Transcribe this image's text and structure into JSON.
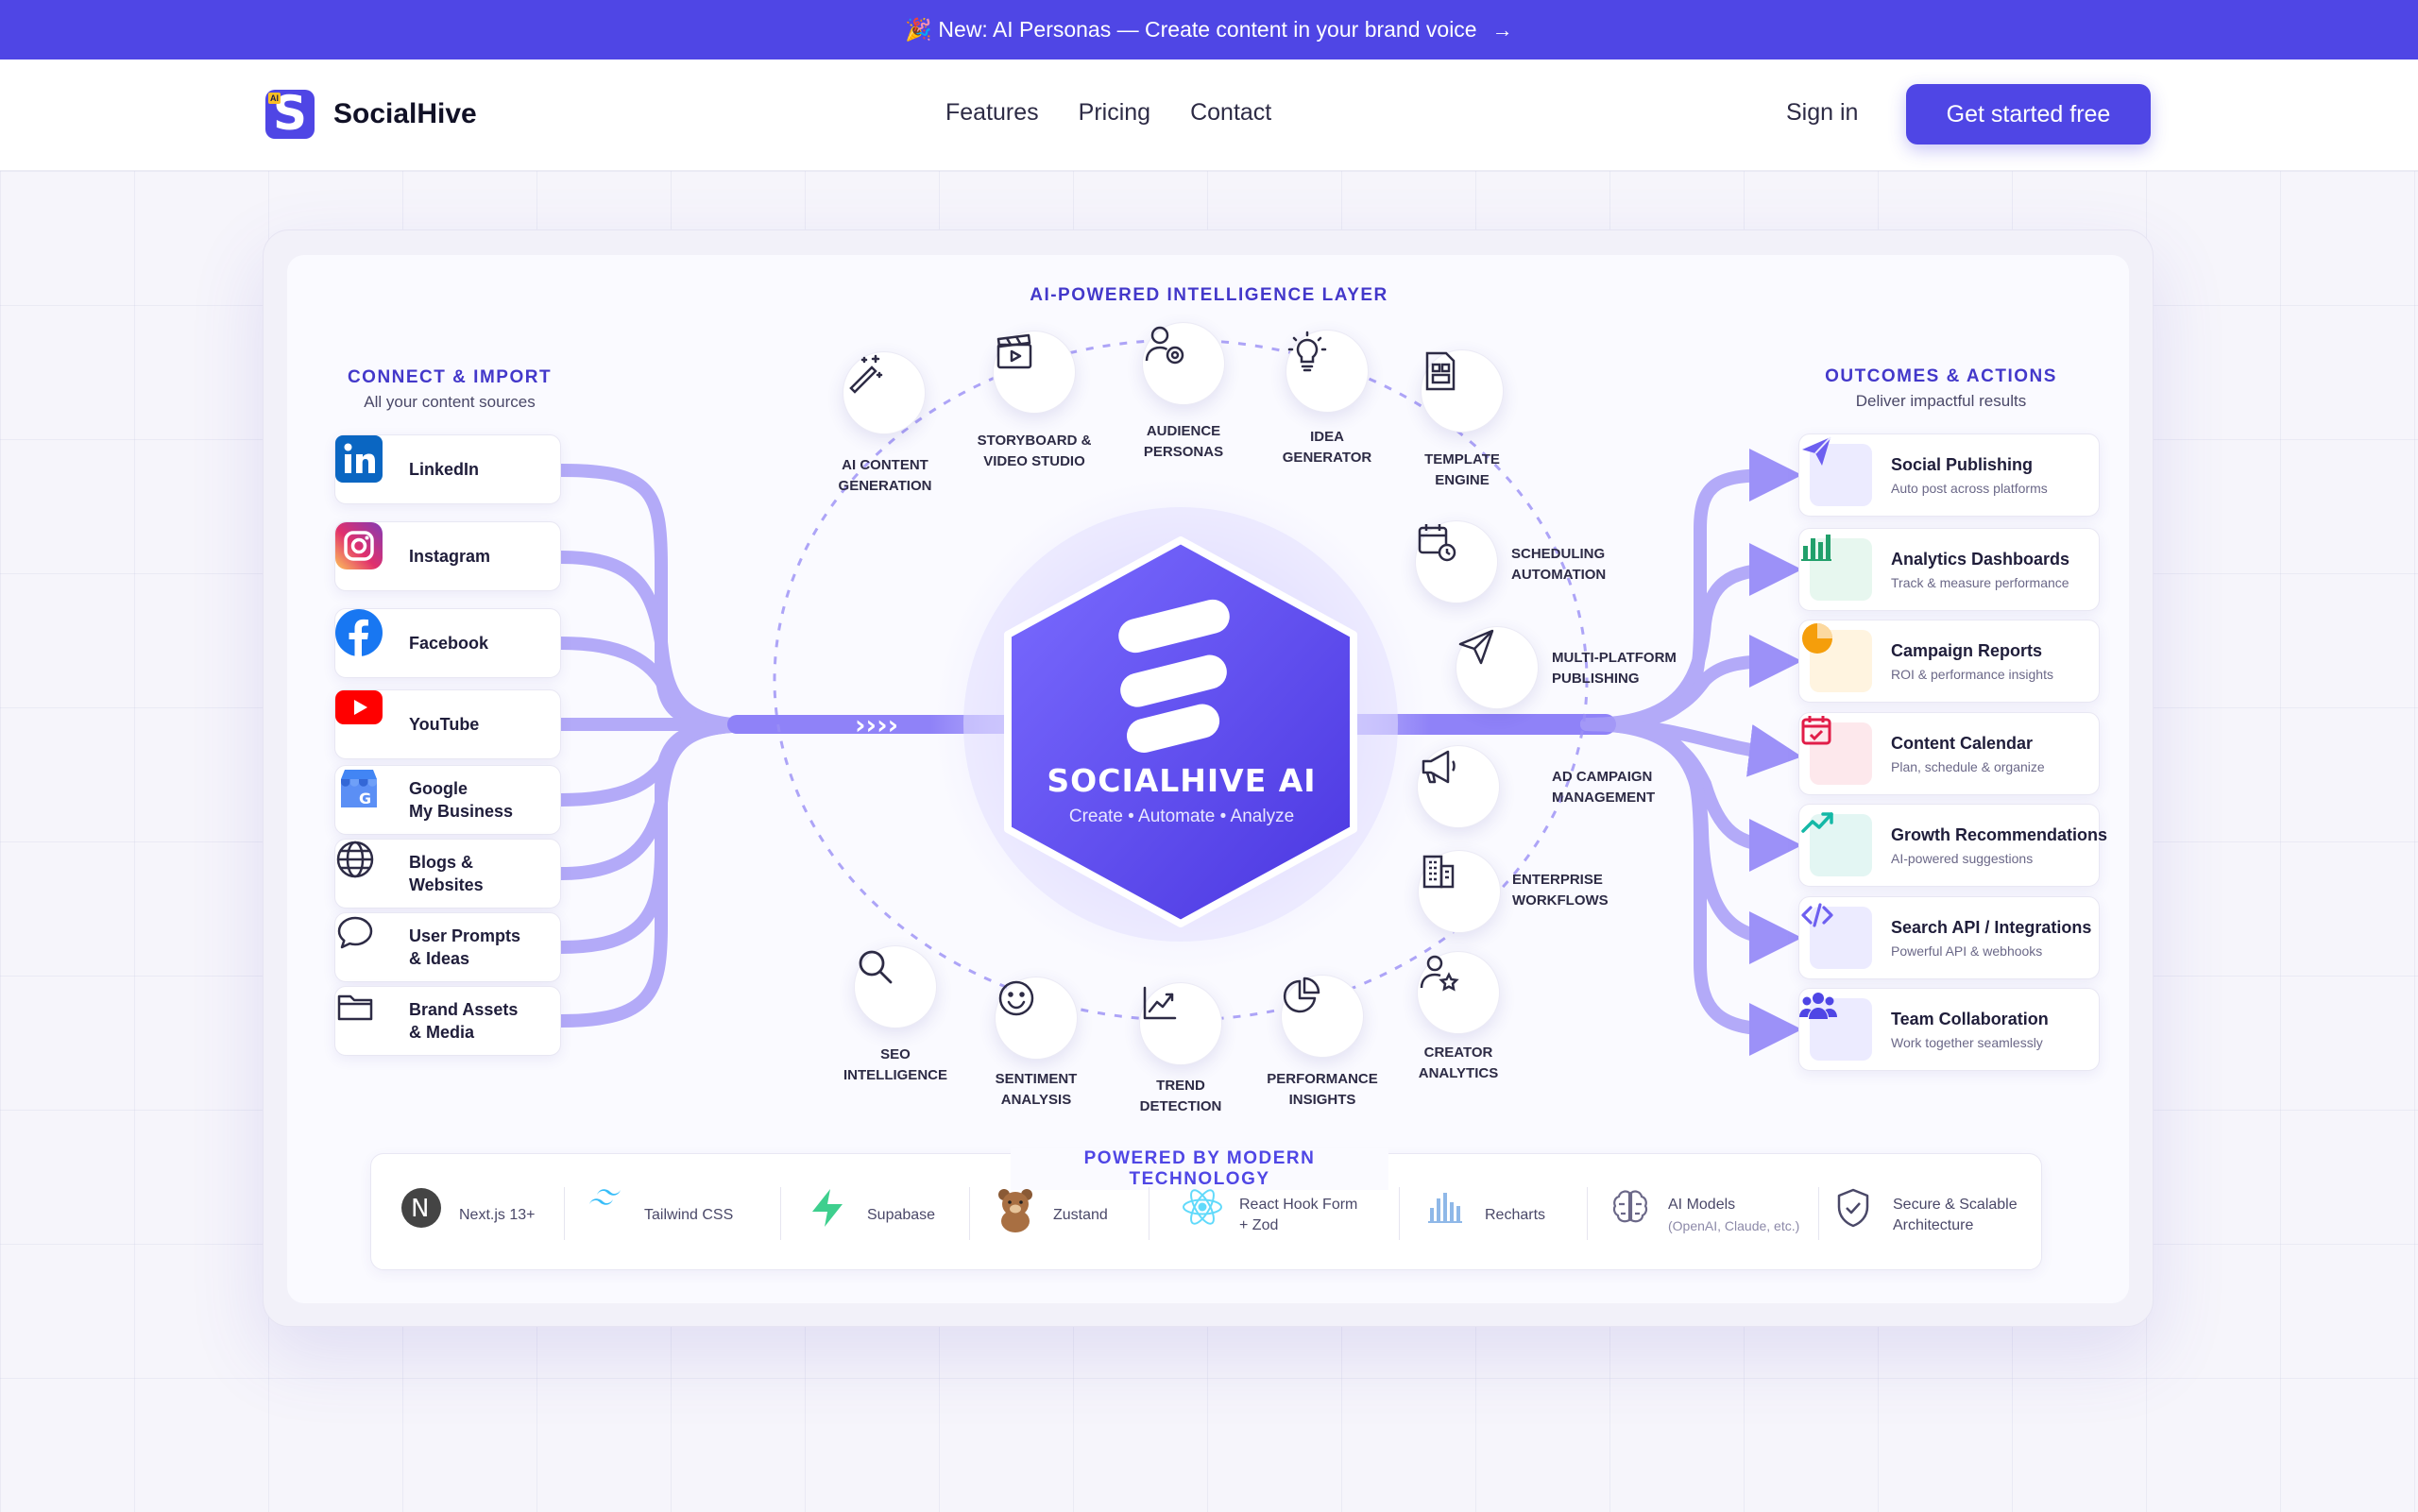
{
  "banner": {
    "text": "🎉 New: AI Personas — Create content in your brand voice",
    "arrow": "→"
  },
  "brand": {
    "name": "SocialHive",
    "logo_letter": "S",
    "logo_badge": "AI",
    "accent": "#4f46e5"
  },
  "nav": {
    "links": [
      "Features",
      "Pricing",
      "Contact"
    ],
    "signin": "Sign in",
    "cta": "Get started free"
  },
  "diagram": {
    "top_title": "AI-POWERED INTELLIGENCE LAYER",
    "left_title": "CONNECT & IMPORT",
    "left_sub": "All your content sources",
    "right_title": "OUTCOMES & ACTIONS",
    "right_sub": "Deliver impactful results",
    "core_title": "SOCIALHIVE AI",
    "core_sub": "Create • Automate • Analyze",
    "sources": [
      {
        "label": "LinkedIn",
        "icon": "linkedin-icon"
      },
      {
        "label": "Instagram",
        "icon": "instagram-icon"
      },
      {
        "label": "Facebook",
        "icon": "facebook-icon"
      },
      {
        "label": "YouTube",
        "icon": "youtube-icon"
      },
      {
        "label": "Google\nMy Business",
        "icon": "google-business-icon"
      },
      {
        "label": "Blogs &\nWebsites",
        "icon": "globe-icon"
      },
      {
        "label": "User Prompts\n& Ideas",
        "icon": "chat-bubble-icon"
      },
      {
        "label": "Brand Assets\n& Media",
        "icon": "folder-icon"
      }
    ],
    "outcomes": [
      {
        "title": "Social Publishing",
        "desc": "Auto post across platforms",
        "icon": "paper-plane-icon",
        "color": "#6d5ff0"
      },
      {
        "title": "Analytics Dashboards",
        "desc": "Track & measure performance",
        "icon": "bar-chart-icon",
        "color": "#22a06b"
      },
      {
        "title": "Campaign Reports",
        "desc": "ROI & performance insights",
        "icon": "pie-chart-icon",
        "color": "#f59e0b"
      },
      {
        "title": "Content Calendar",
        "desc": "Plan, schedule & organize",
        "icon": "calendar-icon",
        "color": "#e11d48"
      },
      {
        "title": "Growth Recommendations",
        "desc": "AI-powered suggestions",
        "icon": "trend-up-icon",
        "color": "#14b8a6"
      },
      {
        "title": "Search API / Integrations",
        "desc": "Powerful API & webhooks",
        "icon": "code-icon",
        "color": "#6d5ff0"
      },
      {
        "title": "Team Collaboration",
        "desc": "Work together seamlessly",
        "icon": "team-icon",
        "color": "#4f46e5"
      }
    ],
    "ring_nodes": [
      {
        "label": "AI CONTENT\nGENERATION",
        "icon": "magic-wand-icon"
      },
      {
        "label": "STORYBOARD &\nVIDEO STUDIO",
        "icon": "clapperboard-icon"
      },
      {
        "label": "AUDIENCE\nPERSONAS",
        "icon": "persona-icon"
      },
      {
        "label": "IDEA\nGENERATOR",
        "icon": "lightbulb-icon"
      },
      {
        "label": "TEMPLATE\nENGINE",
        "icon": "template-icon"
      },
      {
        "label": "SCHEDULING\nAUTOMATION",
        "icon": "schedule-icon"
      },
      {
        "label": "MULTI-PLATFORM\nPUBLISHING",
        "icon": "send-icon"
      },
      {
        "label": "AD CAMPAIGN\nMANAGEMENT",
        "icon": "megaphone-icon"
      },
      {
        "label": "ENTERPRISE\nWORKFLOWS",
        "icon": "building-icon"
      },
      {
        "label": "CREATOR\nANALYTICS",
        "icon": "creator-icon"
      },
      {
        "label": "PERFORMANCE\nINSIGHTS",
        "icon": "pie-icon"
      },
      {
        "label": "TREND\nDETECTION",
        "icon": "line-chart-icon"
      },
      {
        "label": "SENTIMENT\nANALYSIS",
        "icon": "smiley-icon"
      },
      {
        "label": "SEO\nINTELLIGENCE",
        "icon": "magnifier-icon"
      }
    ]
  },
  "tech": {
    "title": "POWERED BY MODERN TECHNOLOGY",
    "items": [
      {
        "label": "Next.js 13+",
        "icon": "nextjs-icon"
      },
      {
        "label": "Tailwind CSS",
        "icon": "tailwind-icon"
      },
      {
        "label": "Supabase",
        "icon": "supabase-icon"
      },
      {
        "label": "Zustand",
        "icon": "bear-icon"
      },
      {
        "label": "React Hook Form\n+ Zod",
        "icon": "react-icon"
      },
      {
        "label": "Recharts",
        "icon": "recharts-icon"
      },
      {
        "label": "AI Models",
        "sub": "(OpenAI, Claude, etc.)",
        "icon": "brain-icon"
      },
      {
        "label": "Secure & Scalable\nArchitecture",
        "icon": "shield-icon"
      }
    ]
  }
}
